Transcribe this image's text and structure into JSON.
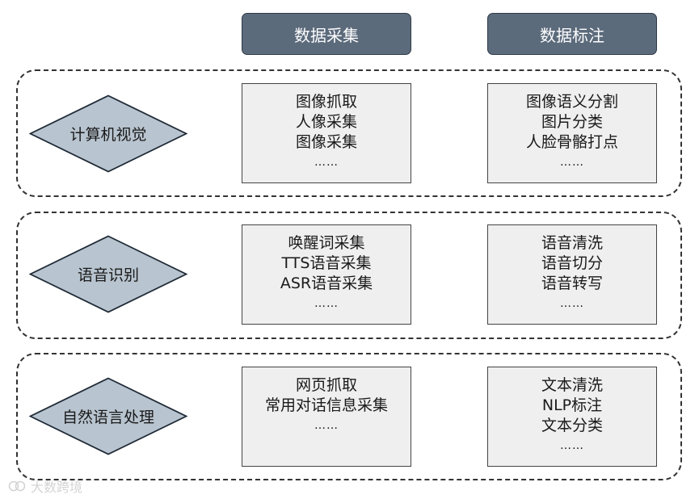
{
  "headers": {
    "collect": "数据采集",
    "annotate": "数据标注"
  },
  "rows": [
    {
      "category": "计算机视觉",
      "collect": [
        "图像抓取",
        "人像采集",
        "图像采集",
        "……"
      ],
      "annotate": [
        "图像语义分割",
        "图片分类",
        "人脸骨骼打点",
        "……"
      ]
    },
    {
      "category": "语音识别",
      "collect": [
        "唤醒词采集",
        "TTS语音采集",
        "ASR语音采集",
        "……"
      ],
      "annotate": [
        "语音清洗",
        "语音切分",
        "语音转写",
        "……"
      ]
    },
    {
      "category": "自然语言处理",
      "collect": [
        "网页抓取",
        "常用对话信息采集",
        "……"
      ],
      "annotate": [
        "文本清洗",
        "NLP标注",
        "文本分类",
        "……"
      ]
    }
  ],
  "watermark": {
    "text": "大数跨境"
  },
  "colors": {
    "header_fill": "#5c6b7c",
    "diamond_fill": "#b8c4cf",
    "box_fill": "#efefef"
  }
}
